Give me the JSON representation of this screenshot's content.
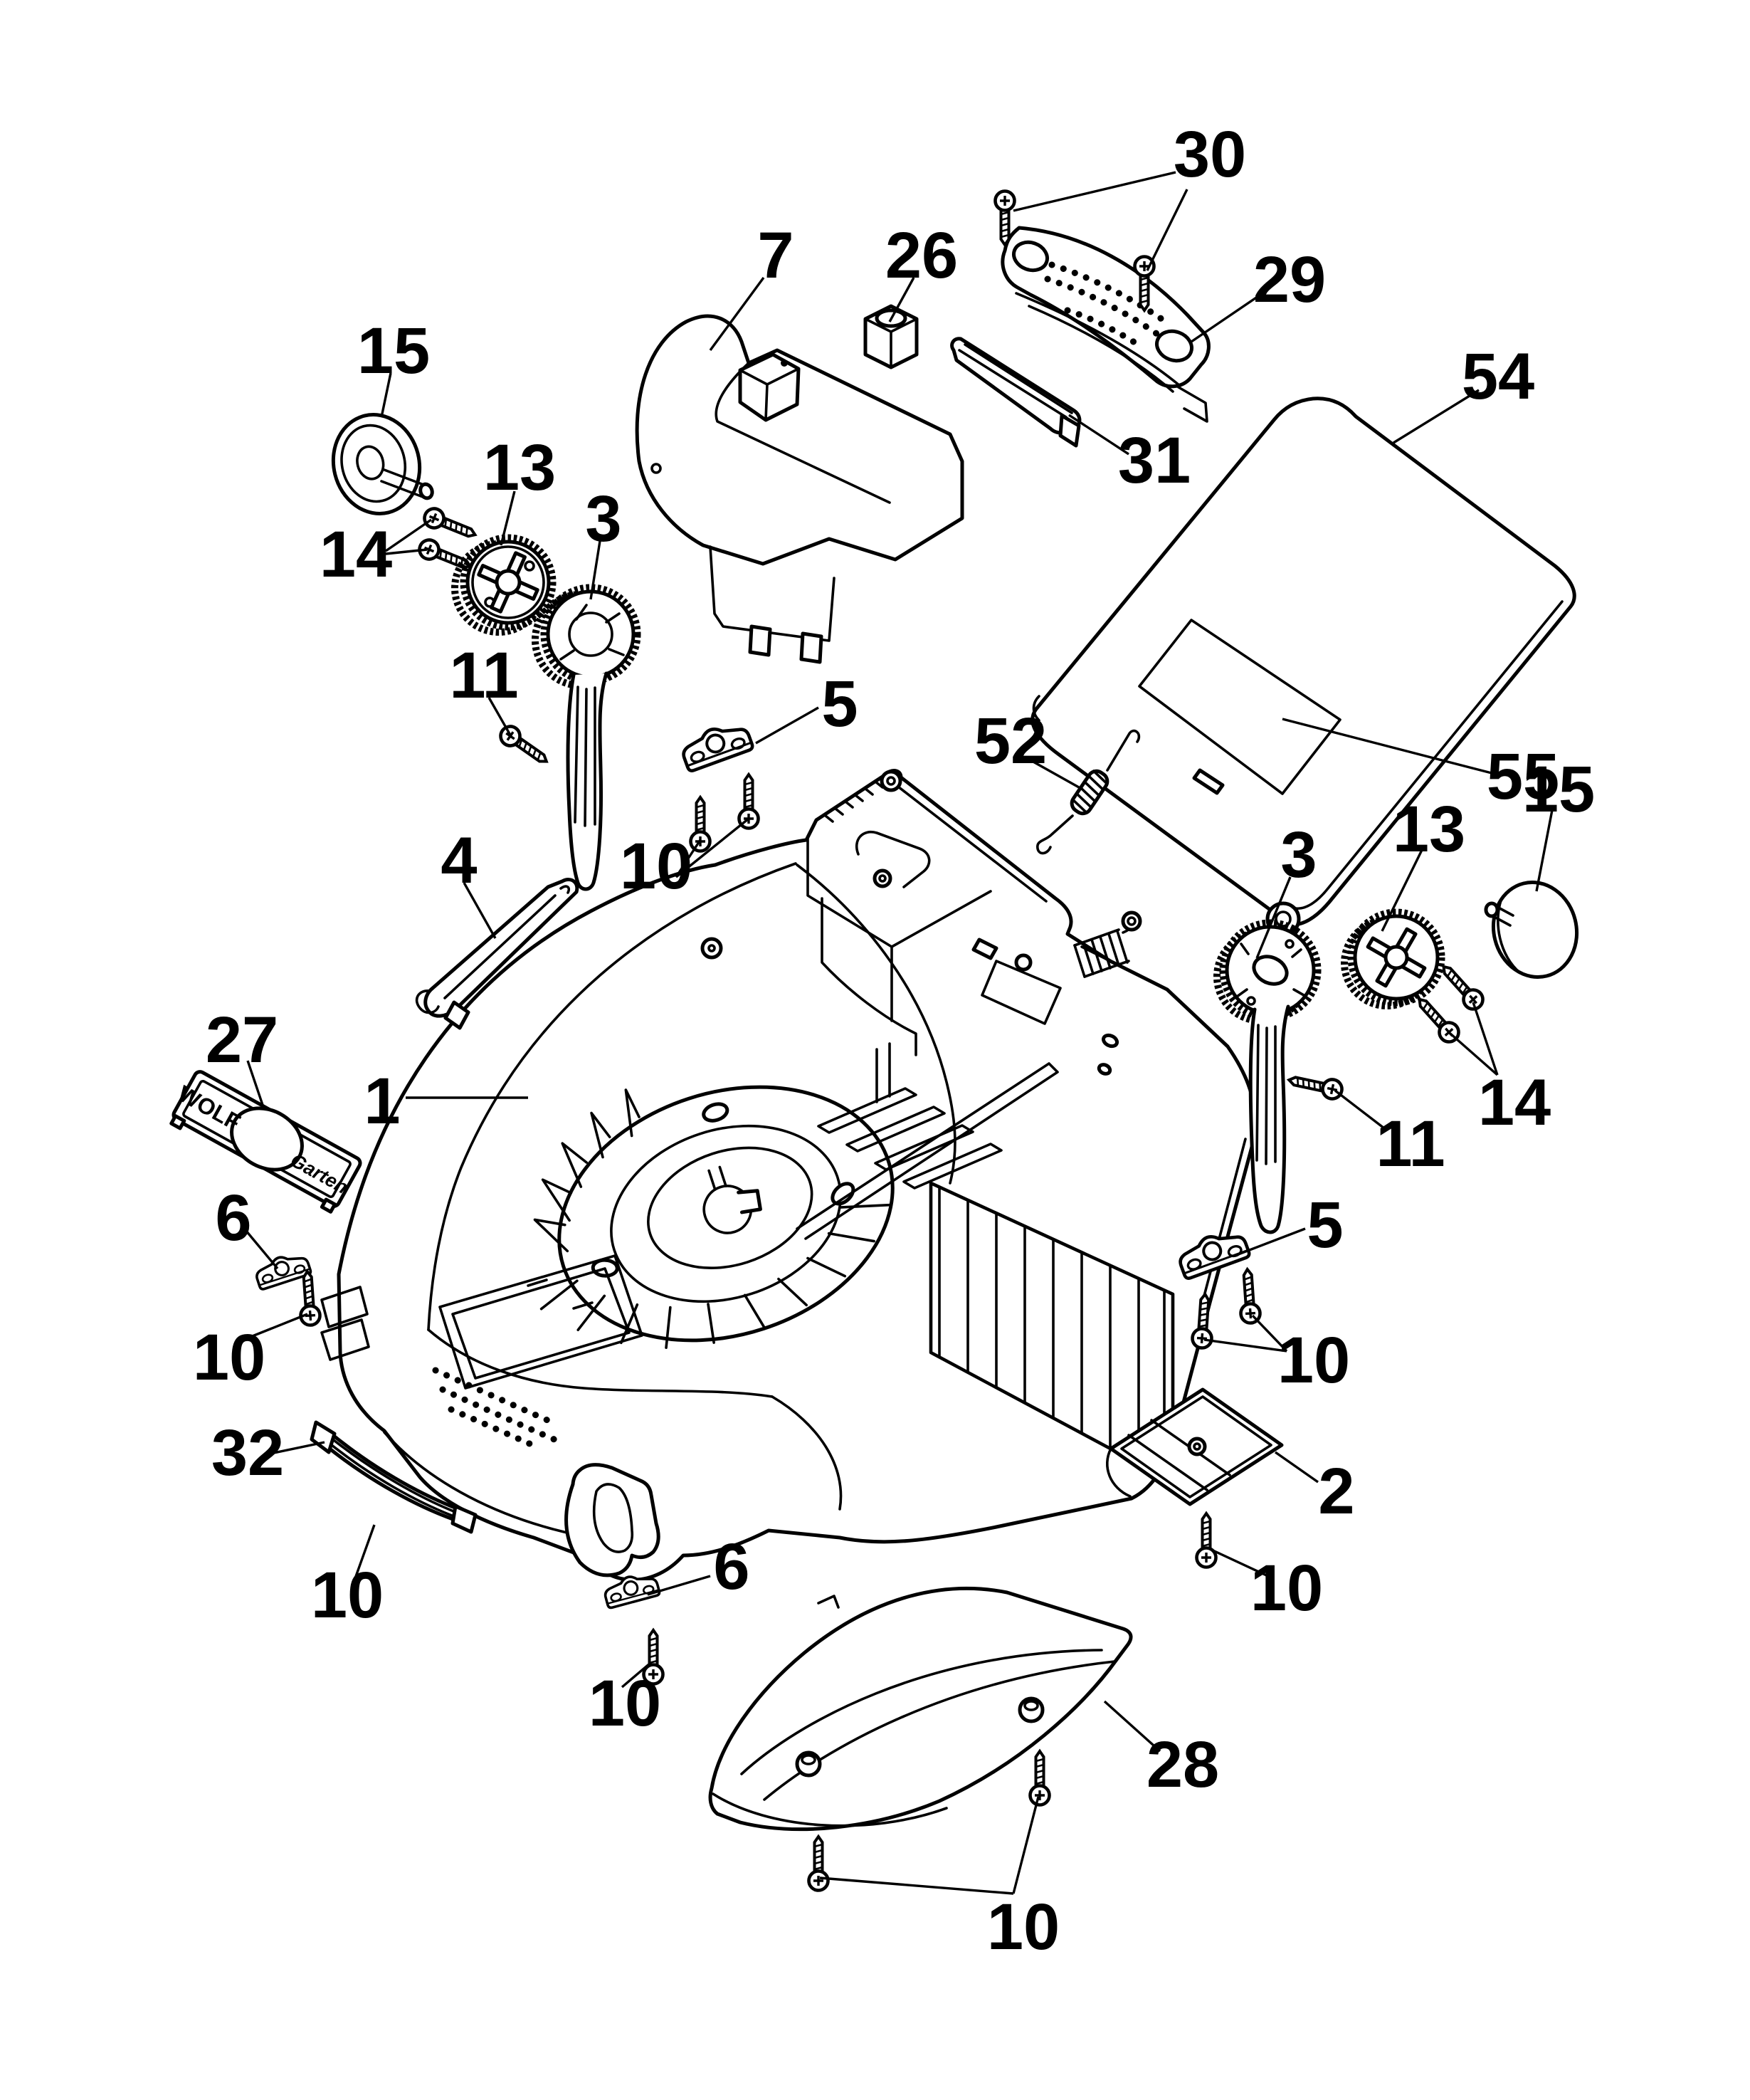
{
  "meta": {
    "diagram_type": "exploded parts diagram",
    "subject": "lawn mower deck housing assembly",
    "background_color": "#ffffff",
    "line_color": "#000000",
    "label_color": "#000000"
  },
  "badge": {
    "line1": "WOLF",
    "line2": "Garten"
  },
  "callouts": {
    "c30": {
      "text": "30"
    },
    "c7": {
      "text": "7"
    },
    "c26": {
      "text": "26"
    },
    "c29": {
      "text": "29"
    },
    "c54": {
      "text": "54"
    },
    "c15L": {
      "text": "15"
    },
    "c13L": {
      "text": "13"
    },
    "c3L": {
      "text": "3"
    },
    "c14L": {
      "text": "14"
    },
    "c31": {
      "text": "31"
    },
    "c11L": {
      "text": "11"
    },
    "c5T": {
      "text": "5"
    },
    "c55": {
      "text": "55"
    },
    "c52": {
      "text": "52"
    },
    "c10a": {
      "text": "10"
    },
    "c4": {
      "text": "4"
    },
    "c3R": {
      "text": "3"
    },
    "c13R": {
      "text": "13"
    },
    "c15R": {
      "text": "15"
    },
    "c14R": {
      "text": "14"
    },
    "c27": {
      "text": "27"
    },
    "c1": {
      "text": "1"
    },
    "c11R": {
      "text": "11"
    },
    "c6L": {
      "text": "6"
    },
    "c5R": {
      "text": "5"
    },
    "c10L": {
      "text": "10"
    },
    "c10R": {
      "text": "10"
    },
    "c32": {
      "text": "32"
    },
    "c2": {
      "text": "2"
    },
    "c10c": {
      "text": "10"
    },
    "c6B": {
      "text": "6"
    },
    "c10d": {
      "text": "10"
    },
    "c10e": {
      "text": "10"
    },
    "c28": {
      "text": "28"
    },
    "c10f": {
      "text": "10"
    }
  }
}
